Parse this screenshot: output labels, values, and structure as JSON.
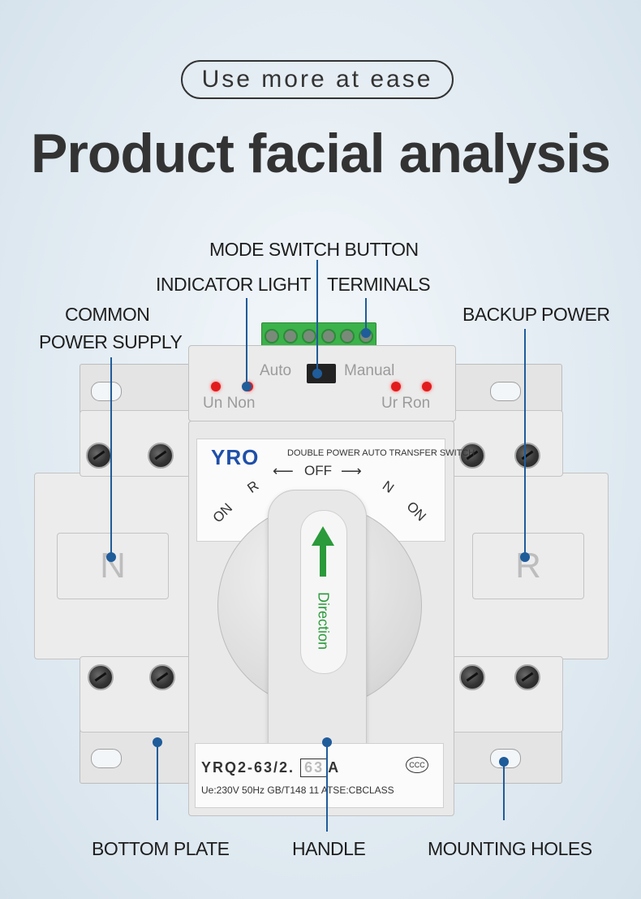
{
  "header": {
    "tagline": "Use more at ease",
    "title": "Product facial analysis"
  },
  "callouts": {
    "mode_switch": "MODE SWITCH BUTTON",
    "indicator_light": "INDICATOR LIGHT",
    "terminals": "TERMINALS",
    "common_power_line1": "COMMON",
    "common_power_line2": "POWER SUPPLY",
    "backup_power": "BACKUP POWER",
    "bottom_plate": "BOTTOM PLATE",
    "handle": "HANDLE",
    "mounting_holes": "MOUNTING HOLES"
  },
  "device": {
    "mode_auto": "Auto",
    "mode_manual": "Manual",
    "led_left_labels": "Un Non",
    "led_right_labels": "Ur Ron",
    "brand": "YRO",
    "product_name": "DOUBLE POWER AUTO TRANSFER SWITCH",
    "dial_off": "OFF",
    "dial_r": "R",
    "dial_n": "N",
    "dial_on_left": "ON",
    "dial_on_right": "ON",
    "handle_text": "Direction",
    "left_side_letter": "N",
    "right_side_letter": "R",
    "model": "YRQ2-63/2.",
    "model_current": "63",
    "model_unit": "A",
    "spec": "Ue:230V  50Hz  GB/T148 11 ATSE:CBCLASS",
    "cert_mark": "CCC"
  },
  "colors": {
    "leader_line": "#1f5c9a",
    "brand_blue": "#1f4fa8",
    "arrow_green": "#2a9a3a",
    "led_red": "#e21c1c",
    "terminal_green": "#3bb24a"
  }
}
